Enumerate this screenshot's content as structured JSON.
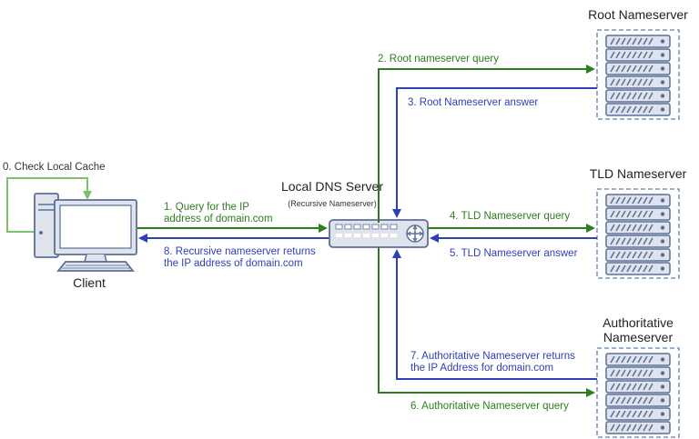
{
  "colors": {
    "green": "#2e7d1e",
    "blue": "#2f3fb8",
    "cache_loop": "#7cc26b",
    "server_dash": "#5b7fb5",
    "device_stroke": "#5a6f98",
    "device_fill": "#dfe3ec"
  },
  "client": {
    "label": "Client",
    "cache_label": "0. Check Local Cache",
    "icon": "computer-icon"
  },
  "local_dns": {
    "title": "Local DNS Server",
    "subtitle": "(Recursive Nameserver)",
    "icon": "router-icon"
  },
  "servers": {
    "root": {
      "title": "Root Nameserver",
      "icon": "server-rack-icon"
    },
    "tld": {
      "title": "TLD Nameserver",
      "icon": "server-rack-icon"
    },
    "auth": {
      "title_line1": "Authoritative",
      "title_line2": "Nameserver",
      "icon": "server-rack-icon"
    }
  },
  "steps": {
    "s1": {
      "line1": "1. Query for the IP",
      "line2": "address of domain.com"
    },
    "s2": "2. Root nameserver query",
    "s3": "3. Root Nameserver answer",
    "s4": "4. TLD Nameserver query",
    "s5": "5. TLD Nameserver answer",
    "s6": "6. Authoritative Nameserver query",
    "s7": {
      "line1": "7. Authoritative Nameserver returns",
      "line2": "the IP Address for domain.com"
    },
    "s8": {
      "line1": "8. Recursive nameserver returns",
      "line2": "the IP address of domain.com"
    }
  }
}
